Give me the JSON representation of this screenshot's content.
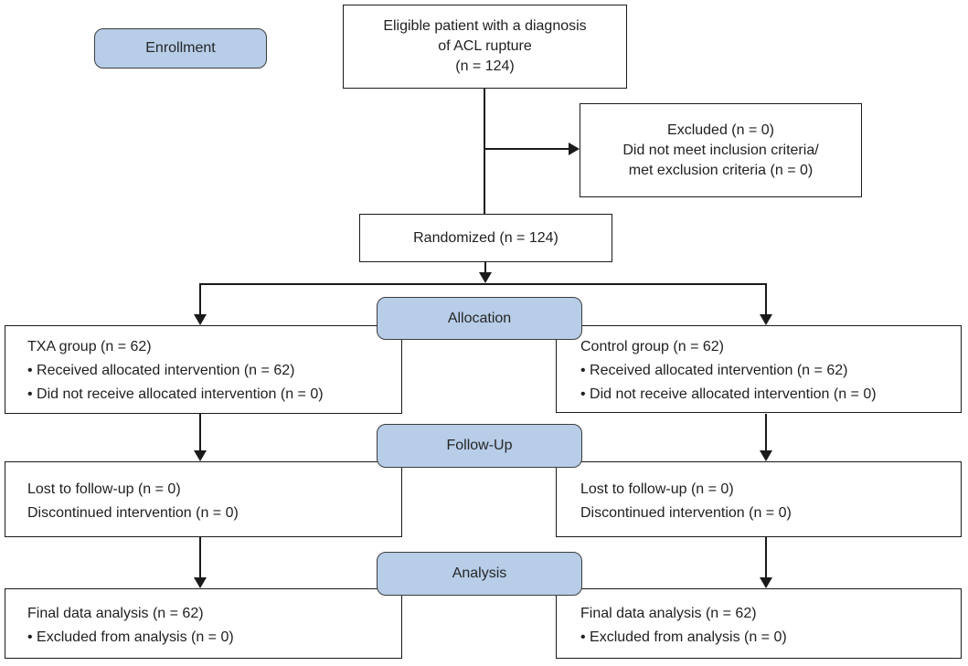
{
  "stage_labels": {
    "enrollment": "Enrollment",
    "allocation": "Allocation",
    "followup": "Follow-Up",
    "analysis": "Analysis"
  },
  "boxes": {
    "eligible": {
      "line1": "Eligible patient with a diagnosis",
      "line2": "of ACL rupture",
      "line3": "(n = 124)"
    },
    "excluded": {
      "line1": "Excluded (n = 0)",
      "line2": "Did not meet inclusion criteria/",
      "line3": "met exclusion criteria (n = 0)"
    },
    "randomized": {
      "line1": "Randomized (n = 124)"
    },
    "txa_group": {
      "line1": "TXA group (n = 62)",
      "line2": "• Received allocated intervention (n = 62)",
      "line3": "• Did not receive allocated intervention (n = 0)"
    },
    "control_group": {
      "line1": "Control group (n = 62)",
      "line2": "• Received allocated intervention (n = 62)",
      "line3": "• Did not receive allocated intervention (n = 0)"
    },
    "followup_left": {
      "line1": "Lost to follow-up (n = 0)",
      "line2": "Discontinued intervention (n = 0)"
    },
    "followup_right": {
      "line1": "Lost to follow-up (n = 0)",
      "line2": "Discontinued intervention (n = 0)"
    },
    "analysis_left": {
      "line1": "Final data analysis (n = 62)",
      "line2": "• Excluded from analysis (n = 0)"
    },
    "analysis_right": {
      "line1": "Final data analysis (n = 62)",
      "line2": "• Excluded from analysis (n = 0)"
    }
  },
  "colors": {
    "stage_pill_fill": "#b7cde8",
    "stage_pill_border": "#3d3d3d",
    "box_border": "#1a1a1a",
    "text": "#1f1f1f",
    "background": "#ffffff"
  }
}
